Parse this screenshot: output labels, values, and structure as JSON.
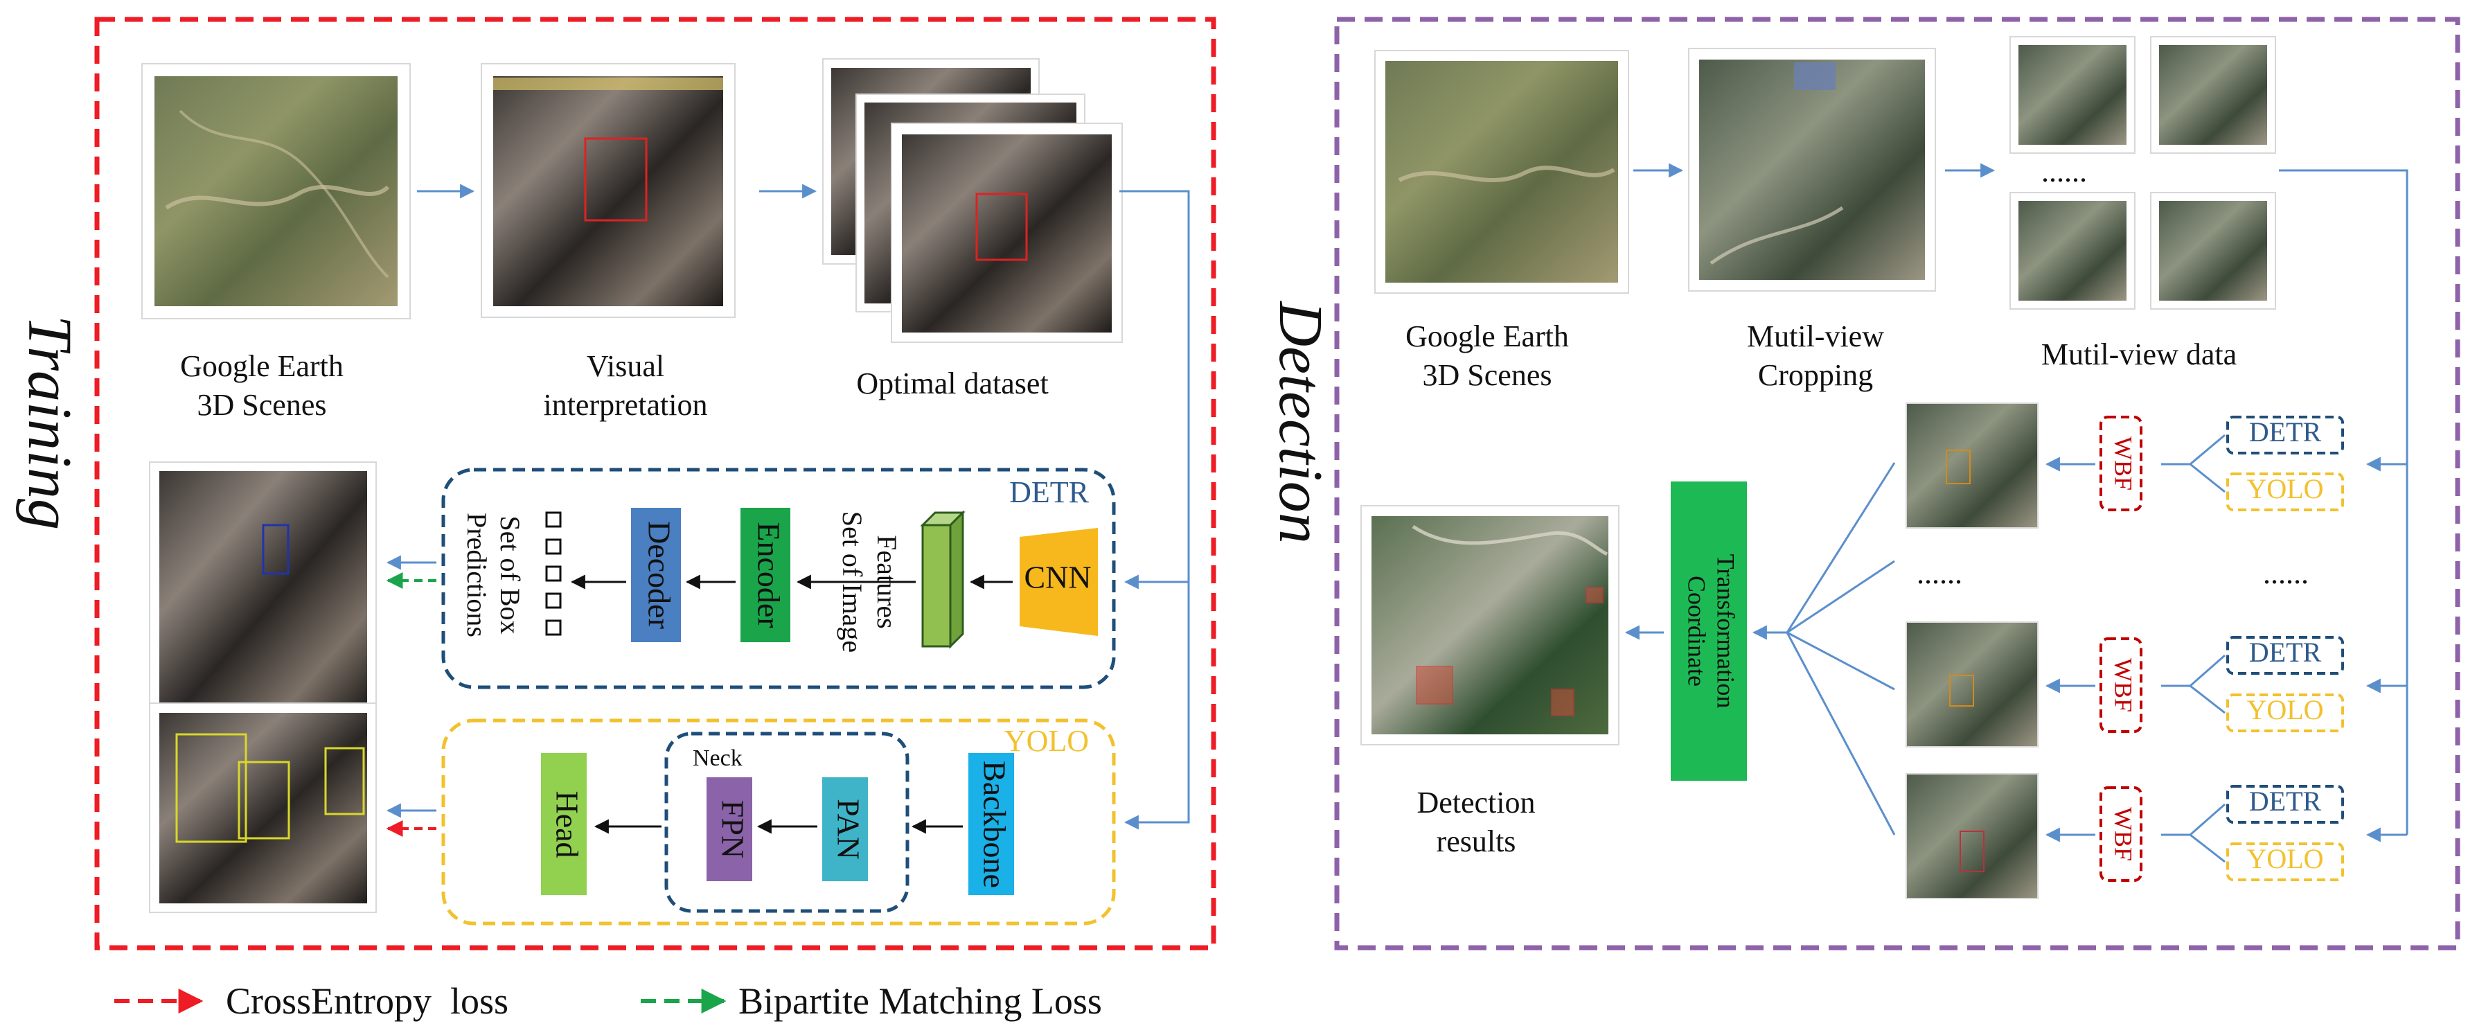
{
  "training": {
    "section_label": "Training",
    "step_labels": [
      {
        "lines": [
          "Google Earth",
          "3D Scenes"
        ]
      },
      {
        "lines": [
          "Visual",
          "interpretation"
        ]
      },
      {
        "lines": [
          "Optimal dataset"
        ]
      }
    ],
    "detr": {
      "tag": "DETR",
      "cnn": "CNN",
      "features": [
        "Set of Image",
        "Features"
      ],
      "encoder": "Encoder",
      "decoder": "Decoder",
      "predictions": [
        "Set of Box",
        "Predictions"
      ]
    },
    "yolo": {
      "tag": "YOLO",
      "backbone": "Backbone",
      "neck": "Neck",
      "pan": "PAN",
      "fpn": "FPN",
      "head": "Head"
    }
  },
  "detection": {
    "section_label": "Detection",
    "step_labels": [
      {
        "lines": [
          "Google Earth",
          "3D Scenes"
        ]
      },
      {
        "lines": [
          "Mutil-view",
          "Cropping"
        ]
      },
      {
        "lines": [
          "Mutil-view data"
        ]
      }
    ],
    "ellipsis": "......",
    "coordinate_transformation": [
      "Coordinate",
      "Transformation"
    ],
    "results_label": [
      "Detection",
      "results"
    ],
    "wbf": "WBF",
    "detr": "DETR",
    "yolo": "YOLO"
  },
  "legend": [
    {
      "label": "CrossEntropy  loss",
      "color": "#ee1c24"
    },
    {
      "label": "Bipartite Matching Loss",
      "color": "#1aa54b"
    }
  ],
  "colors": {
    "training_border": "#ee1c24",
    "detection_border": "#8e62a8",
    "detr_border": "#1f4e79",
    "yolo_border": "#f2c12e",
    "arrow_blue": "#5b8fcc",
    "cnn": "#f6b81c",
    "encoder": "#1aa54b",
    "decoder": "#4a7fc1",
    "feature_block": "#92c050",
    "backbone": "#1ab0e8",
    "pan": "#3fb4c8",
    "fpn": "#8a63a8",
    "head": "#92d050",
    "coord": "#1db954",
    "wbf": "#c00000"
  }
}
